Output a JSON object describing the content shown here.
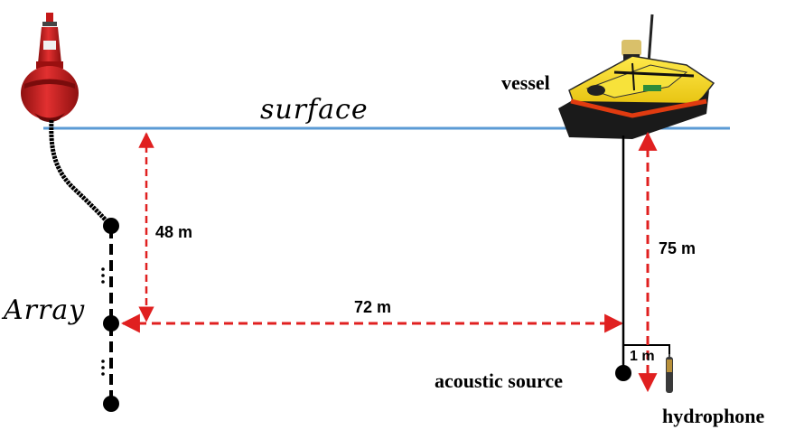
{
  "labels": {
    "surface": "surface",
    "vessel": "vessel",
    "array": "Array",
    "acoustic_source": "acoustic source",
    "hydrophone": "hydrophone",
    "depth_array": "48 m",
    "horizontal_range": "72 m",
    "depth_source": "75 m",
    "hydrophone_offset": "1 m"
  },
  "colors": {
    "water_surface": "#5b9bd5",
    "measurement_arrow": "#e02020",
    "buoy": "#d42020",
    "vessel_hull": "#f2d51a",
    "line": "#000000"
  },
  "icons": [
    "buoy-icon",
    "vessel-icon",
    "hydrophone-icon"
  ]
}
